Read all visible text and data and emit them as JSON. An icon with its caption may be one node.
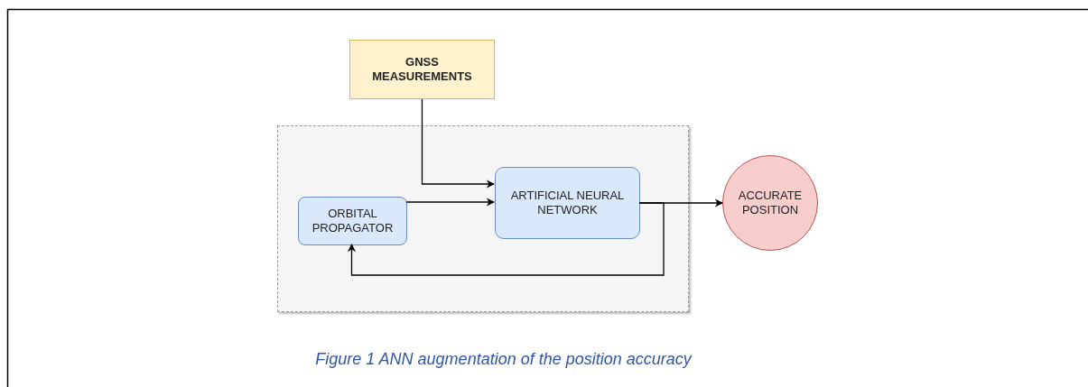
{
  "diagram": {
    "caption": "Figure 1 ANN augmentation of the position accuracy",
    "nodes": [
      {
        "text": [
          "GNSS MEASUREMENTS"
        ]
      },
      {
        "text": [],
        "shape": "box"
      },
      {
        "text": [
          "ORBITAL PROPAGATOR"
        ],
        "in": 1
      },
      {
        "text": [
          "ARTIFICIAL NEURAL NETWORK"
        ],
        "in": 1
      },
      {
        "text": [
          "ACCURATE POSITION"
        ]
      }
    ],
    "edges": [
      {
        "from": 0,
        "to": 3,
        "arrow": "to"
      },
      {
        "from": 2,
        "to": 3,
        "arrow": "to"
      },
      {
        "from": 3,
        "to": 4,
        "arrow": "to"
      },
      {
        "from": 3,
        "to": 2,
        "arrow": "to"
      }
    ]
  }
}
